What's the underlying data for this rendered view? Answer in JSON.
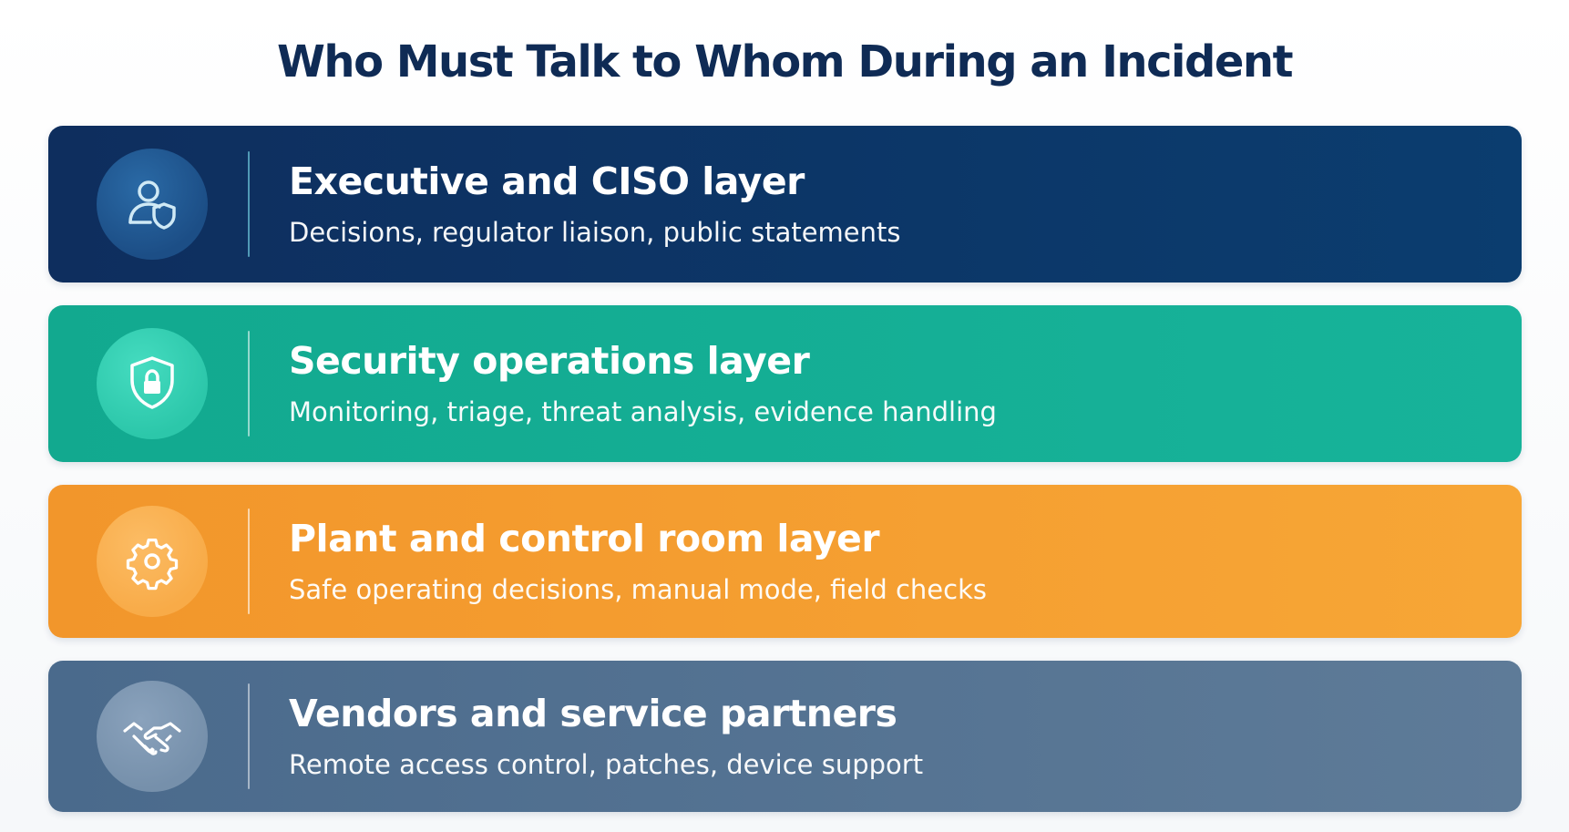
{
  "title": "Who Must Talk to Whom During an Incident",
  "layers": [
    {
      "title": "Executive and CISO layer",
      "subtitle": "Decisions, regulator liaison, public statements",
      "icon": "user-shield-icon",
      "color": "#0b3d6f"
    },
    {
      "title": "Security operations layer",
      "subtitle": "Monitoring, triage, threat analysis, evidence handling",
      "icon": "shield-lock-icon",
      "color": "#17b39a"
    },
    {
      "title": "Plant and control room layer",
      "subtitle": "Safe operating decisions, manual mode, field checks",
      "icon": "gear-icon",
      "color": "#f7a636"
    },
    {
      "title": "Vendors and service partners",
      "subtitle": "Remote access control, patches, device support",
      "icon": "handshake-icon",
      "color": "#5e7b98"
    }
  ]
}
